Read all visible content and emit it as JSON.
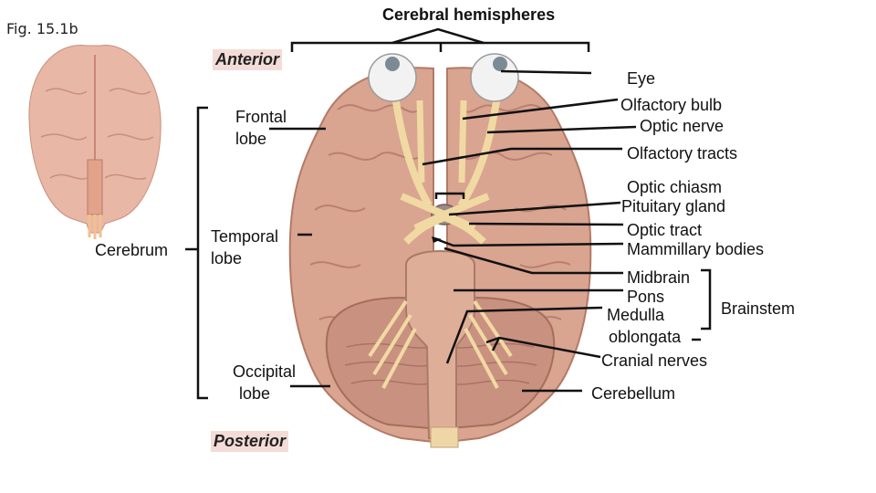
{
  "figure_label": "Fig. 15.1b",
  "title": "Cerebral hemispheres",
  "orientation": {
    "anterior": "Anterior",
    "posterior": "Posterior"
  },
  "left_labels": {
    "frontal": [
      "Frontal",
      "lobe"
    ],
    "temporal": [
      "Temporal",
      "lobe"
    ],
    "occipital": [
      "Occipital",
      "lobe"
    ],
    "cerebrum": "Cerebrum"
  },
  "right_labels": {
    "eye": "Eye",
    "olfactory_bulb": "Olfactory bulb",
    "optic_nerve": "Optic nerve",
    "olfactory_tracts": "Olfactory tracts",
    "optic_chiasm": "Optic chiasm",
    "pituitary_gland": "Pituitary gland",
    "optic_tract": "Optic tract",
    "mammillary_bodies": "Mammillary bodies",
    "midbrain": "Midbrain",
    "pons": "Pons",
    "medulla": [
      "Medulla",
      "oblongata"
    ],
    "brainstem": "Brainstem",
    "cranial_nerves": "Cranial nerves",
    "cerebellum": "Cerebellum"
  },
  "colors": {
    "brain": "#d9a490",
    "brain_dark": "#b97f6c",
    "nerve": "#f1d9a3",
    "eyeball": "#f2f2f2"
  }
}
